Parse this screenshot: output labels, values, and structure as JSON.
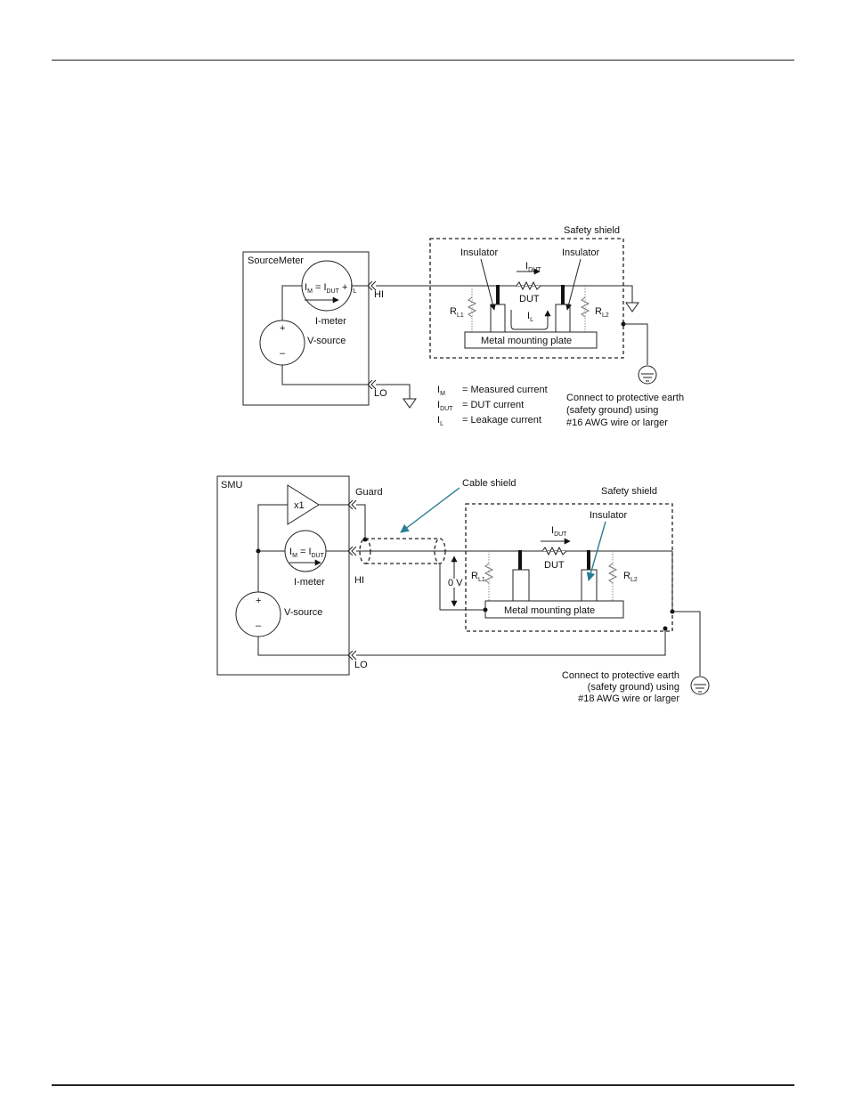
{
  "fig1": {
    "sourcemeter_label": "SourceMeter",
    "im_eq": "I",
    "im_sub": "M",
    "eq_mid": " = I",
    "dut_sub": "DUT",
    "plus_il": " + I",
    "l_sub": "L",
    "imeter_label": "I-meter",
    "vsource_label": "V-source",
    "plus_sign": "+",
    "minus_sign": "–",
    "hi_label": "HI",
    "lo_label": "LO",
    "safety_shield": "Safety shield",
    "insulator_left": "Insulator",
    "insulator_right": "Insulator",
    "idut": "I",
    "idut_sub": "DUT",
    "dut_label": "DUT",
    "il": "I",
    "il_sub": "L",
    "rl1": "R",
    "rl1_sub": "L1",
    "rl2": "R",
    "rl2_sub": "L2",
    "plate_label": "Metal mounting plate",
    "legend": [
      {
        "sym": "I",
        "sub": "M",
        "text": "= Measured current"
      },
      {
        "sym": "I",
        "sub": "DUT",
        "text": "= DUT current"
      },
      {
        "sym": "I",
        "sub": "L",
        "text": "= Leakage current"
      }
    ],
    "earth_note": [
      "Connect to protective earth",
      "(safety ground) using",
      "#16 AWG wire or larger"
    ]
  },
  "fig2": {
    "smu_label": "SMU",
    "x1_label": "x1",
    "guard_label": "Guard",
    "cable_shield": "Cable shield",
    "safety_shield": "Safety shield",
    "insulator": "Insulator",
    "im": "I",
    "im_sub": "M",
    "eq": " = I",
    "dut_sub": "DUT",
    "imeter_label": "I-meter",
    "vsource_label": "V-source",
    "plus_sign": "+",
    "minus_sign": "–",
    "hi_label": "HI",
    "lo_label": "LO",
    "zero_v": "0 V",
    "idut": "I",
    "idut_sub": "DUT",
    "dut_label": "DUT",
    "rl1": "R",
    "rl1_sub": "L1",
    "rl2": "R",
    "rl2_sub": "L2",
    "plate_label": "Metal mounting plate",
    "earth_note": [
      "Connect to protective earth",
      "(safety ground) using",
      "#18 AWG wire or larger"
    ]
  }
}
